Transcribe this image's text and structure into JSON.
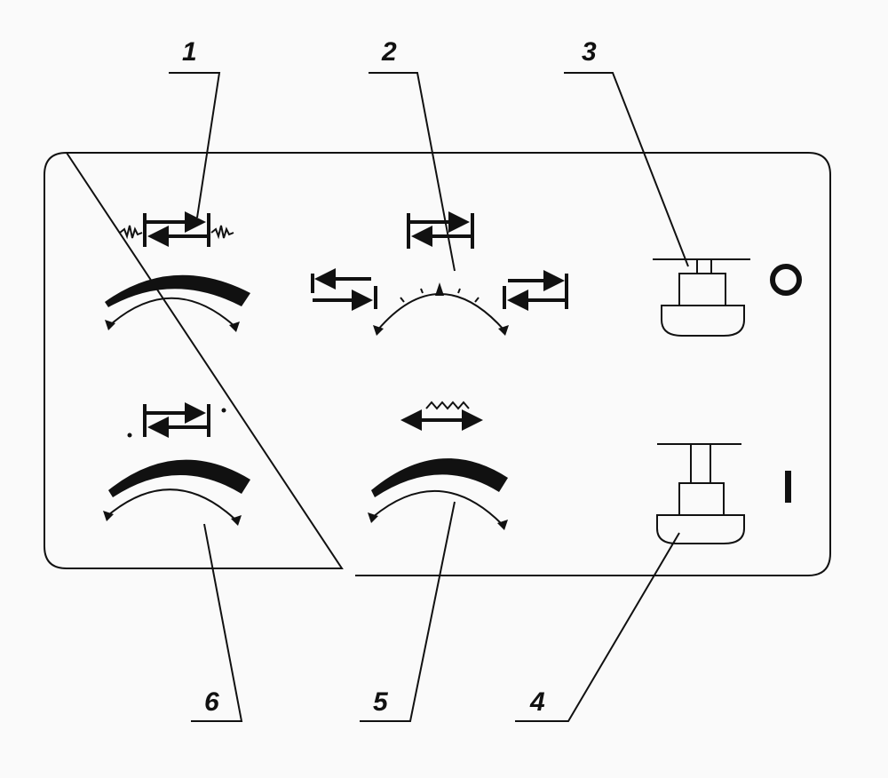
{
  "callouts": [
    {
      "number": "1",
      "target": "stitch-width-dial"
    },
    {
      "number": "2",
      "target": "stitch-direction-dial"
    },
    {
      "number": "3",
      "target": "switch-off"
    },
    {
      "number": "4",
      "target": "switch-on"
    },
    {
      "number": "5",
      "target": "zigzag-dial"
    },
    {
      "number": "6",
      "target": "stitch-length-dial"
    }
  ],
  "switch_symbols": {
    "off": "O",
    "on": "I"
  },
  "colors": {
    "ink": "#111111",
    "paper": "#fafafa"
  }
}
